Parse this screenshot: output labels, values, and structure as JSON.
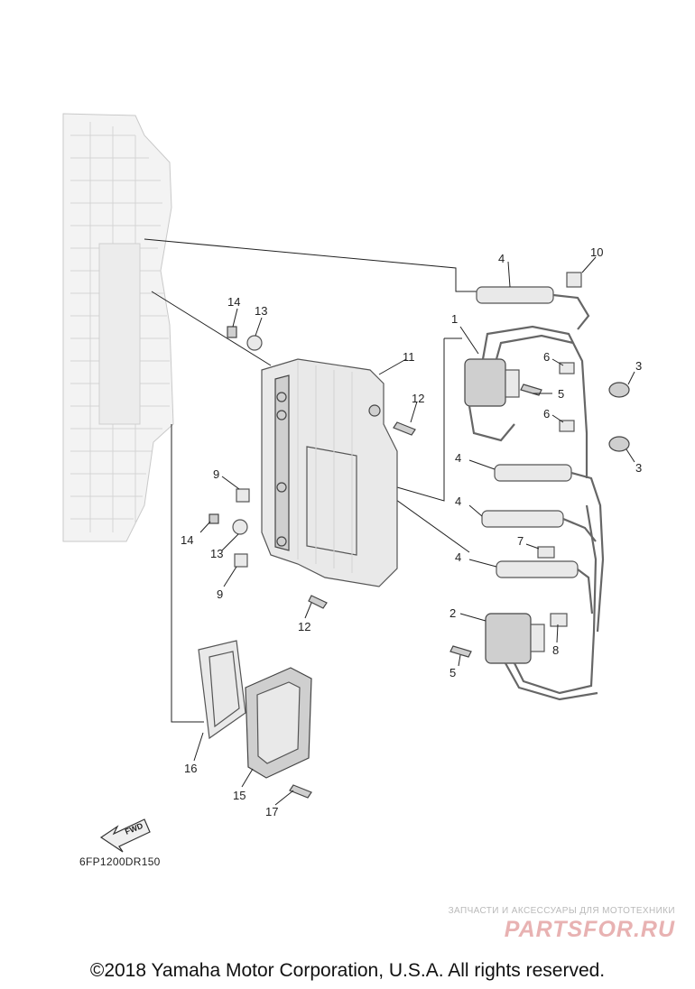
{
  "callouts": {
    "c1": "1",
    "c2": "2",
    "c3a": "3",
    "c3b": "3",
    "c4a": "4",
    "c4b": "4",
    "c4c": "4",
    "c4d": "4",
    "c5a": "5",
    "c5b": "5",
    "c6a": "6",
    "c6b": "6",
    "c7": "7",
    "c8": "8",
    "c9a": "9",
    "c9b": "9",
    "c10": "10",
    "c11": "11",
    "c12a": "12",
    "c12b": "12",
    "c13a": "13",
    "c13b": "13",
    "c14a": "14",
    "c14b": "14",
    "c15": "15",
    "c16": "16",
    "c17": "17"
  },
  "fwd_label": "FWD",
  "diagram_code": "6FP1200DR150",
  "watermark": {
    "tagline": "ЗАПЧАСТИ И АКСЕССУАРЫ ДЛЯ МОТОТЕХНИКИ",
    "brand": "PARTSFOR.RU"
  },
  "copyright": "©2018 Yamaha Motor Corporation, U.S.A. All rights reserved."
}
